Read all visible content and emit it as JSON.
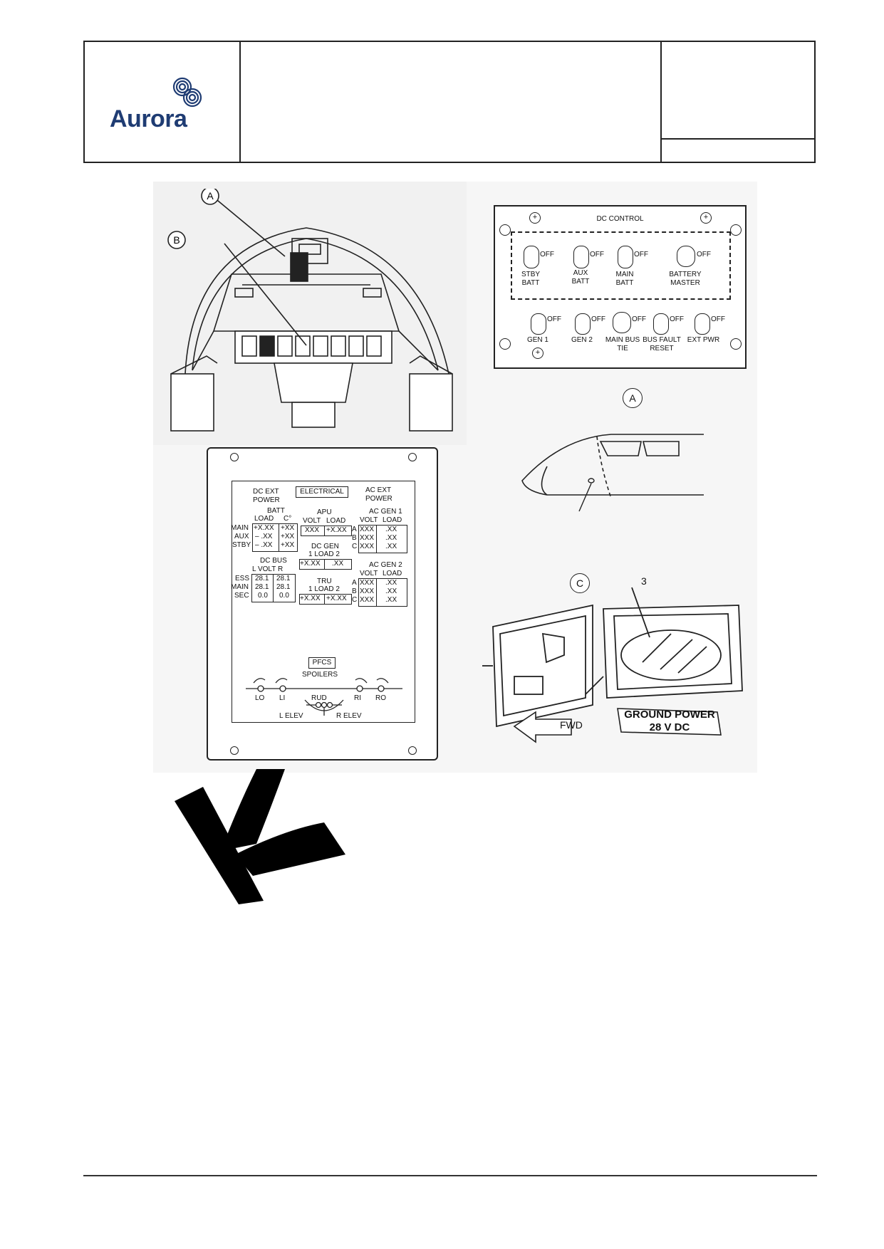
{
  "header": {
    "logo_text": "Aurora",
    "center_text": "",
    "right_top_text": "",
    "right_bottom_text": ""
  },
  "figure": {
    "cockpit_callouts": [
      "A",
      "B"
    ],
    "dc_control": {
      "title": "DC CONTROL",
      "switches_top": [
        {
          "label1": "STBY",
          "label2": "BATT",
          "state": "OFF"
        },
        {
          "label1": "AUX",
          "label2": "BATT",
          "state": "OFF"
        },
        {
          "label1": "MAIN",
          "label2": "BATT",
          "state": "OFF"
        },
        {
          "label1": "BATTERY",
          "label2": "MASTER",
          "state": "OFF"
        }
      ],
      "switches_bottom": [
        {
          "label1": "GEN 1",
          "label2": "",
          "state": "OFF"
        },
        {
          "label1": "GEN 2",
          "label2": "",
          "state": "OFF"
        },
        {
          "label1": "MAIN BUS",
          "label2": "TIE",
          "state": "OFF"
        },
        {
          "label1": "BUS FAULT",
          "label2": "RESET",
          "state": "OFF"
        },
        {
          "label1": "EXT PWR",
          "label2": "",
          "state": "OFF"
        }
      ],
      "callout": "A"
    },
    "display": {
      "electrical": "ELECTRICAL",
      "dc_ext_power": [
        "DC EXT",
        "POWER"
      ],
      "ac_ext_power": [
        "AC EXT",
        "POWER"
      ],
      "batt": {
        "title": "BATT",
        "col1": "LOAD",
        "col2": "C°",
        "rows": [
          {
            "name": "MAIN",
            "load": "+X.XX",
            "temp": "+XX"
          },
          {
            "name": "AUX",
            "load": "– .XX",
            "temp": "+XX"
          },
          {
            "name": "STBY",
            "load": "– .XX",
            "temp": "+XX"
          }
        ]
      },
      "apu": {
        "title": "APU",
        "col1": "VOLT",
        "col2": "LOAD",
        "volt": "XXX",
        "load": "+X.XX"
      },
      "ac_gen1": {
        "title": "AC GEN 1",
        "col1": "VOLT",
        "col2": "LOAD",
        "rows": [
          {
            "phase": "A",
            "volt": "XXX",
            "load": ".XX"
          },
          {
            "phase": "B",
            "volt": "XXX",
            "load": ".XX"
          },
          {
            "phase": "C",
            "volt": "XXX",
            "load": ".XX"
          }
        ]
      },
      "dc_gen": {
        "title": "DC GEN",
        "sub": "1  LOAD  2",
        "v1": "+X.XX",
        "v2": ".XX"
      },
      "dc_bus": {
        "title": "DC BUS",
        "sub": "L   VOLT   R",
        "rows": [
          {
            "name": "ESS",
            "l": "28.1",
            "r": "28.1"
          },
          {
            "name": "MAIN",
            "l": "28.1",
            "r": "28.1"
          },
          {
            "name": "SEC",
            "l": "0.0",
            "r": "0.0"
          }
        ]
      },
      "tru": {
        "title": "TRU",
        "sub": "1  LOAD  2",
        "v1": "+X.XX",
        "v2": "+X.XX"
      },
      "ac_gen2": {
        "title": "AC GEN 2",
        "col1": "VOLT",
        "col2": "LOAD",
        "rows": [
          {
            "phase": "A",
            "volt": "XXX",
            "load": ".XX"
          },
          {
            "phase": "B",
            "volt": "XXX",
            "load": ".XX"
          },
          {
            "phase": "C",
            "volt": "XXX",
            "load": ".XX"
          }
        ]
      },
      "pfcs": "PFCS",
      "spoilers": "SPOILERS",
      "surfaces": [
        "LO",
        "LI",
        "RI",
        "RO"
      ],
      "rud": "RUD",
      "l_elev": "L ELEV",
      "r_elev": "R ELEV"
    },
    "fuselage_callout": "C",
    "item_number": "3",
    "fwd": "FWD",
    "ground_power": [
      "GROUND POWER",
      "28 V DC"
    ]
  },
  "watermark": "K"
}
